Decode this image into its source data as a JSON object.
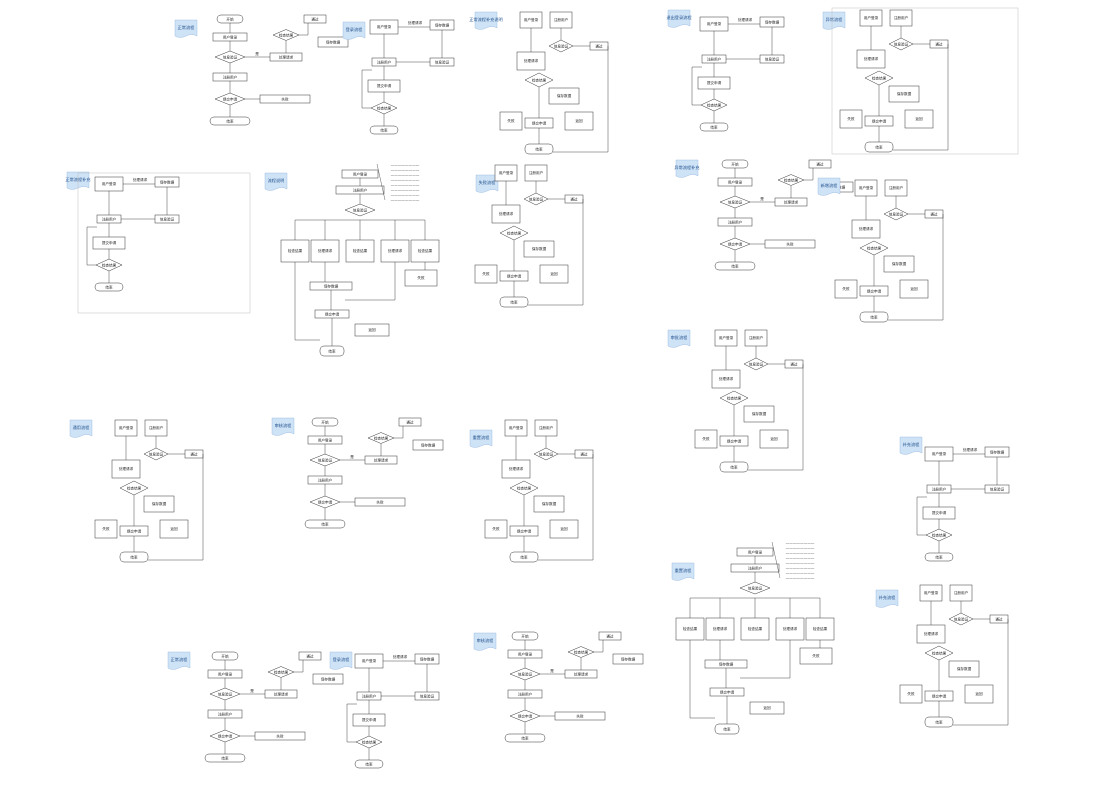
{
  "colors": {
    "background": "#ffffff",
    "stroke": "#333333",
    "note_fill": "#cfe3f7",
    "note_text": "#1f4f8a",
    "page_frame": "#bfbfbf"
  },
  "icons": {
    "doc_note": "doc-note-icon"
  },
  "diagram": {
    "flows": [
      {
        "id": "f01",
        "label": "正常流程"
      },
      {
        "id": "f02",
        "label": "登录流程"
      },
      {
        "id": "f03",
        "label": "正常流程补充说明"
      },
      {
        "id": "f04",
        "label": "退出登录流程"
      },
      {
        "id": "f05",
        "label": "异常流程"
      },
      {
        "id": "f06",
        "label": "正常流程补充"
      },
      {
        "id": "f07",
        "label": "流程说明"
      },
      {
        "id": "f08",
        "label": "失败流程"
      },
      {
        "id": "f09",
        "label": "异常流程补充"
      },
      {
        "id": "f10",
        "label": "新增流程"
      },
      {
        "id": "f11",
        "label": "通用流程"
      },
      {
        "id": "f12",
        "label": "审核流程"
      },
      {
        "id": "f13",
        "label": "重置流程"
      },
      {
        "id": "f14",
        "label": "审批流程"
      },
      {
        "id": "f15",
        "label": "补充流程"
      },
      {
        "id": "f16",
        "label": "正常流程"
      },
      {
        "id": "f17",
        "label": "登录流程"
      },
      {
        "id": "f18",
        "label": "审核流程"
      },
      {
        "id": "f19",
        "label": "重置流程"
      },
      {
        "id": "f20",
        "label": "补充流程"
      }
    ],
    "texts": {
      "start": "开始",
      "end": "结束",
      "login": "用户登录",
      "yes": "是",
      "no": "否",
      "register": "注册用户",
      "submit": "提交申请",
      "verify": "信息验证",
      "pass": "通过",
      "fail": "失败",
      "process": "处理请求",
      "save": "保存数据",
      "check": "检查结果",
      "return": "返回"
    }
  }
}
